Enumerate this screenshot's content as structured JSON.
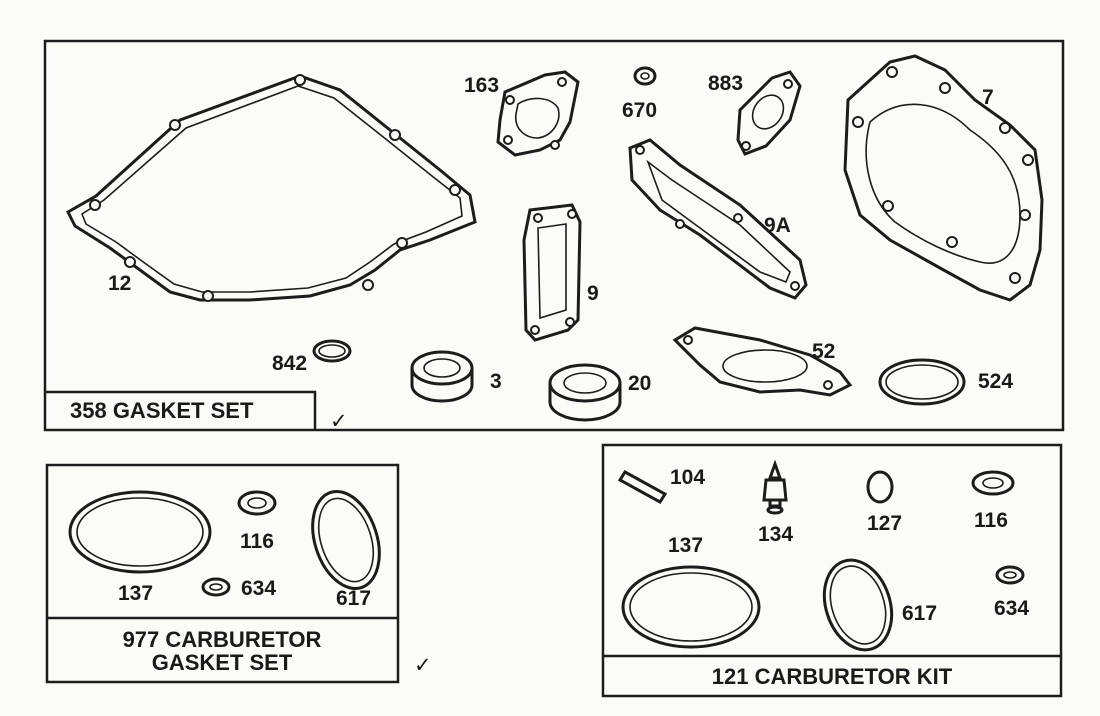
{
  "kits": {
    "gasket_set": {
      "title": "358 GASKET SET",
      "parts": [
        "12",
        "163",
        "670",
        "883",
        "7",
        "9",
        "9A",
        "842",
        "3",
        "20",
        "52",
        "524"
      ]
    },
    "carb_gasket_set": {
      "title_line1": "977 CARBURETOR",
      "title_line2": "GASKET SET",
      "parts": [
        "137",
        "116",
        "617",
        "634"
      ]
    },
    "carb_kit": {
      "title": "121 CARBURETOR KIT",
      "parts": [
        "104",
        "134",
        "127",
        "116",
        "137",
        "617",
        "634"
      ]
    }
  },
  "marks": {
    "checkmark": "✓"
  }
}
